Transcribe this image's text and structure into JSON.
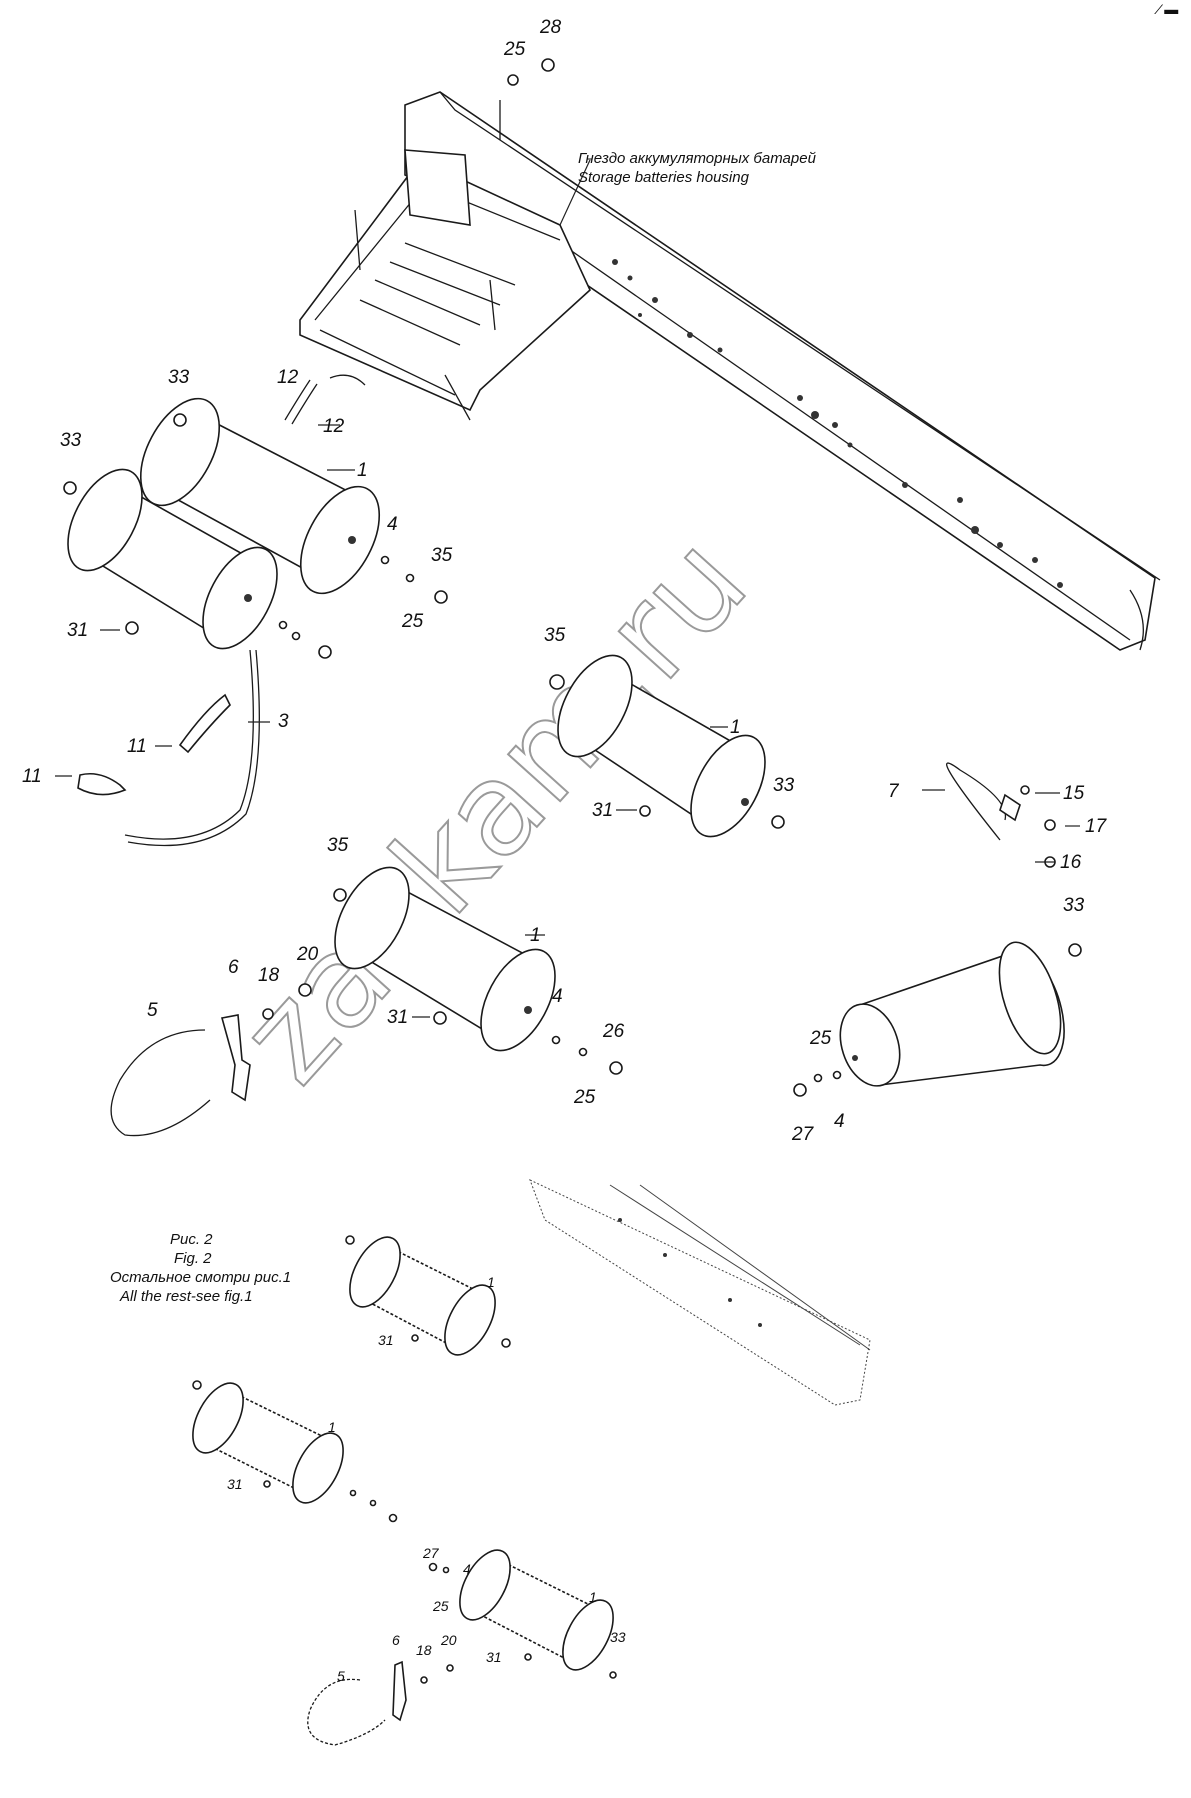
{
  "callouts": {
    "housing_ru": "Гнездо аккумуляторных батарей",
    "housing_en": "Storage batteries housing"
  },
  "figure2": {
    "ru": "Рис. 2",
    "en": "Fig. 2",
    "note_ru": "Остальное смотри рис.1",
    "note_en": "All the rest-see fig.1"
  },
  "watermark": "zapkam.ru",
  "corner_mark": "⁄ ▬",
  "parts": [
    {
      "id": "p25a",
      "label": "25"
    },
    {
      "id": "p28",
      "label": "28"
    },
    {
      "id": "p33a",
      "label": "33"
    },
    {
      "id": "p12a",
      "label": "12"
    },
    {
      "id": "p12b",
      "label": "12"
    },
    {
      "id": "p33b",
      "label": "33"
    },
    {
      "id": "p1a",
      "label": "1"
    },
    {
      "id": "p4a",
      "label": "4"
    },
    {
      "id": "p35a",
      "label": "35"
    },
    {
      "id": "p25b",
      "label": "25"
    },
    {
      "id": "p31a",
      "label": "31"
    },
    {
      "id": "p3",
      "label": "3"
    },
    {
      "id": "p11a",
      "label": "11"
    },
    {
      "id": "p11b",
      "label": "11"
    },
    {
      "id": "p35b",
      "label": "35"
    },
    {
      "id": "p1b",
      "label": "1"
    },
    {
      "id": "p33c",
      "label": "33"
    },
    {
      "id": "p31b",
      "label": "31"
    },
    {
      "id": "p7",
      "label": "7"
    },
    {
      "id": "p15",
      "label": "15"
    },
    {
      "id": "p17",
      "label": "17"
    },
    {
      "id": "p16",
      "label": "16"
    },
    {
      "id": "p35c",
      "label": "35"
    },
    {
      "id": "p1c",
      "label": "1"
    },
    {
      "id": "p20a",
      "label": "20"
    },
    {
      "id": "p6a",
      "label": "6"
    },
    {
      "id": "p18a",
      "label": "18"
    },
    {
      "id": "p5a",
      "label": "5"
    },
    {
      "id": "p4b",
      "label": "4"
    },
    {
      "id": "p31c",
      "label": "31"
    },
    {
      "id": "p26",
      "label": "26"
    },
    {
      "id": "p25c",
      "label": "25"
    },
    {
      "id": "p33d",
      "label": "33"
    },
    {
      "id": "p25d",
      "label": "25"
    },
    {
      "id": "p27a",
      "label": "27"
    },
    {
      "id": "p4c",
      "label": "4"
    },
    {
      "id": "s1a",
      "label": "1"
    },
    {
      "id": "s31a",
      "label": "31"
    },
    {
      "id": "s1b",
      "label": "1"
    },
    {
      "id": "s31b",
      "label": "31"
    },
    {
      "id": "s27",
      "label": "27"
    },
    {
      "id": "s4",
      "label": "4"
    },
    {
      "id": "s25",
      "label": "25"
    },
    {
      "id": "s1c",
      "label": "1"
    },
    {
      "id": "s33",
      "label": "33"
    },
    {
      "id": "s31c",
      "label": "31"
    },
    {
      "id": "s20",
      "label": "20"
    },
    {
      "id": "s18",
      "label": "18"
    },
    {
      "id": "s6",
      "label": "6"
    },
    {
      "id": "s5",
      "label": "5"
    }
  ]
}
